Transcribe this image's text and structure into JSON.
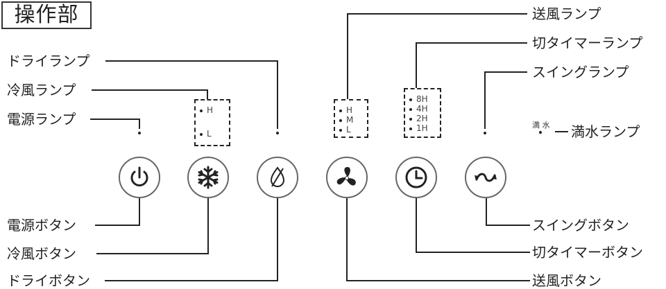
{
  "title": "操作部",
  "left_labels": {
    "dry_lamp": "ドライランプ",
    "cool_lamp": "冷風ランプ",
    "power_lamp": "電源ランプ",
    "power_button": "電源ボタン",
    "cool_button": "冷風ボタン",
    "dry_button": "ドライボタン"
  },
  "right_labels": {
    "fan_lamp": "送風ランプ",
    "timer_lamp": "切タイマーランプ",
    "swing_lamp": "スイングランプ",
    "full_water_lamp": "満水ランプ",
    "swing_button": "スイングボタン",
    "timer_button": "切タイマーボタン",
    "fan_button": "送風ボタン"
  },
  "indicators": {
    "cool": [
      "H",
      "L"
    ],
    "fan": [
      "H",
      "M",
      "L"
    ],
    "timer": [
      "8H",
      "4H",
      "2H",
      "1H"
    ]
  },
  "full_water_small": "満 水",
  "icons": [
    "power-icon",
    "snowflake-icon",
    "dry-droplet-icon",
    "fan-icon",
    "clock-icon",
    "swing-icon"
  ]
}
